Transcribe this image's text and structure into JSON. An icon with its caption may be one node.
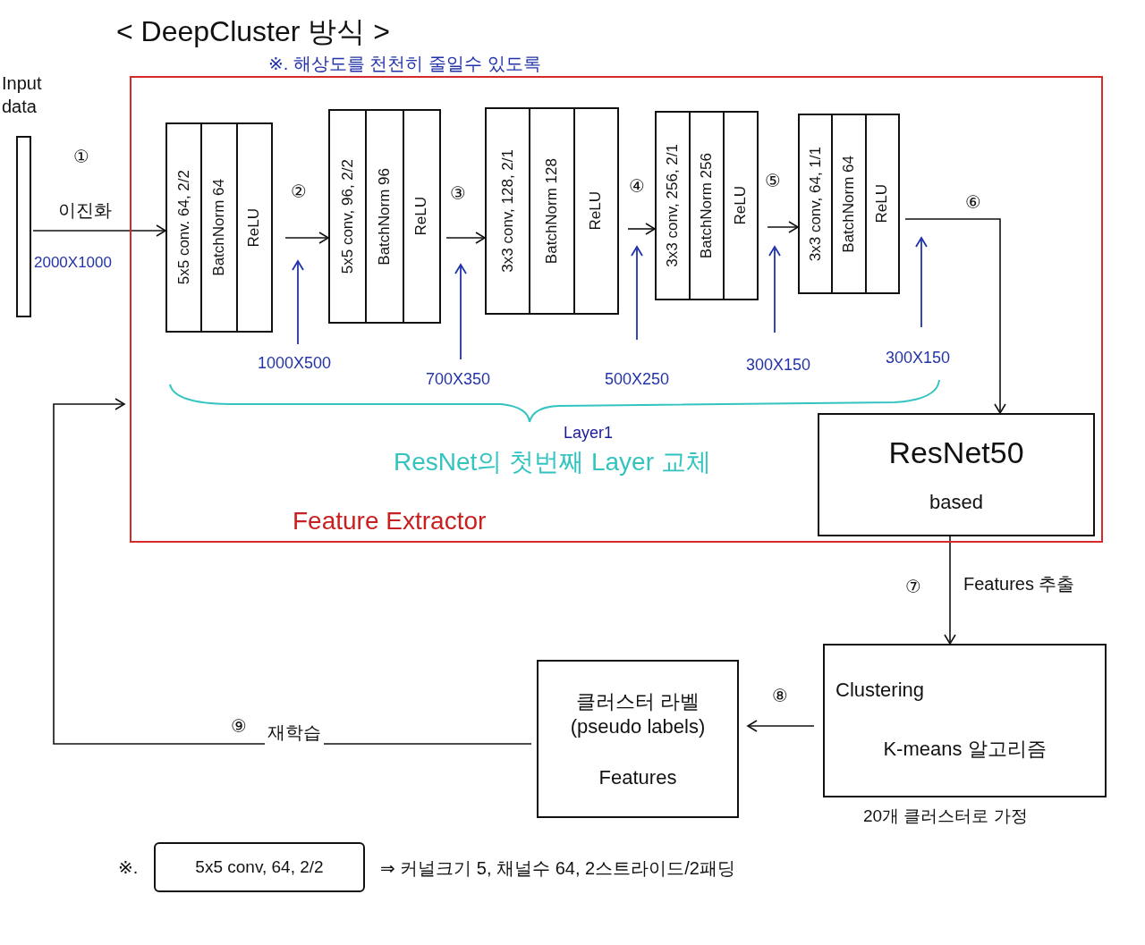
{
  "diagram": {
    "title": "< DeepCluster 방식 >",
    "nodes": [
      {
        "text": [
          "Feature Extractor"
        ]
      },
      {
        "text": [
          "Input data"
        ]
      },
      {
        "text": [
          "5x5 conv. 64, 2/2",
          "BatchNorm 64",
          "ReLU"
        ],
        "in": 0
      },
      {
        "text": [
          "5x5 conv, 96, 2/2",
          "BatchNorm 96",
          "ReLU"
        ],
        "in": 0
      },
      {
        "text": [
          "3x3 conv, 128, 2/1",
          "BatchNorm 128",
          "ReLU"
        ],
        "in": 0
      },
      {
        "text": [
          "3x3 conv, 256, 2/1",
          "BatchNorm 256",
          "ReLU"
        ],
        "in": 0
      },
      {
        "text": [
          "3x3 conv, 64, 1/1",
          "BatchNorm 64",
          "ReLU"
        ],
        "in": 0
      },
      {
        "text": [
          "ResNet50",
          "based"
        ],
        "in": 0
      },
      {
        "text": [
          "Clustering",
          "K-means 알고리즘"
        ],
        "beside": [
          "20개 클러스터로 가정"
        ]
      },
      {
        "text": [
          "클러스터 라벨 (pseudo labels)",
          "Features"
        ]
      },
      {
        "text": [
          "5x5 conv, 64, 2/2"
        ]
      }
    ],
    "edges": [
      {
        "from": 1,
        "to": 2,
        "arrow": "to",
        "label": "이진화"
      },
      {
        "from": 2,
        "to": 3,
        "arrow": "to",
        "label": "②"
      },
      {
        "from": 3,
        "to": 4,
        "arrow": "to",
        "label": "③"
      },
      {
        "from": 4,
        "to": 5,
        "arrow": "to",
        "label": "④"
      },
      {
        "from": 5,
        "to": 6,
        "arrow": "to",
        "label": "⑤"
      },
      {
        "from": 6,
        "to": 7,
        "arrow": "to",
        "label": "⑥"
      },
      {
        "from": 7,
        "to": 8,
        "arrow": "to",
        "label": "Features 추출"
      },
      {
        "from": 8,
        "to": 9,
        "arrow": "to",
        "label": "⑧"
      },
      {
        "from": 9,
        "to": 0,
        "arrow": "to",
        "label": "재학습"
      }
    ],
    "labels": [
      "※. 해상도를 천천히 줄일수 있도록",
      "①",
      "2000X1000",
      "1000X500",
      "700X350",
      "500X250",
      "300X150",
      "300X150",
      "Layer1",
      "ResNet의 첫번째 Layer 교체",
      "⑦",
      "⑨",
      "※.",
      "⇒ 커널크기 5, 채널수 64, 2스트라이드/2패딩"
    ]
  }
}
